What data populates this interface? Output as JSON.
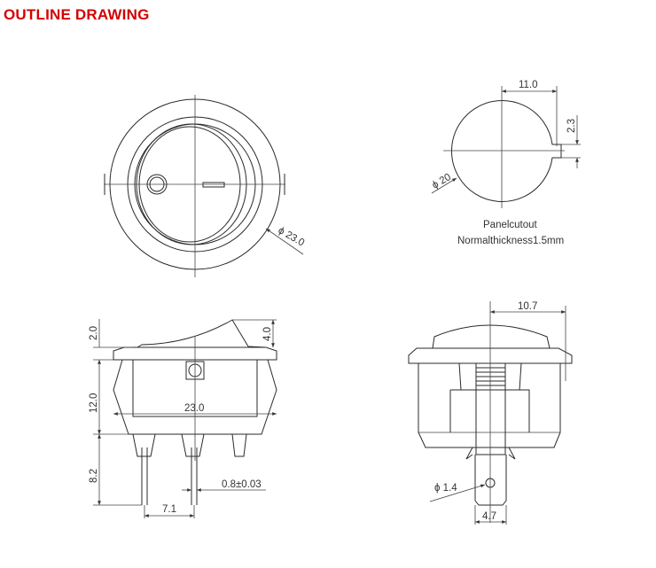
{
  "header": {
    "title": "OUTLINE DRAWING",
    "title_color": "#d40000"
  },
  "views": {
    "front": {
      "diameter_label": "ϕ 23.0"
    },
    "panel_cutout": {
      "width_label": "11.0",
      "notch_label": "2.3",
      "diameter_label": "ϕ 20",
      "caption_1": "Panelcutout",
      "caption_2": "Normalthickness1.5mm"
    },
    "side": {
      "flange_height_label": "2.0",
      "rocker_height_label": "4.0",
      "body_height_label": "12.0",
      "body_width_label": "23.0",
      "pin_length_label": "8.2",
      "pin_thickness_label": "0.8±0.03",
      "pin_spacing_label": "7.1"
    },
    "end": {
      "half_width_label": "10.7",
      "hole_label": "ϕ 1.4",
      "terminal_width_label": "4.7"
    }
  }
}
